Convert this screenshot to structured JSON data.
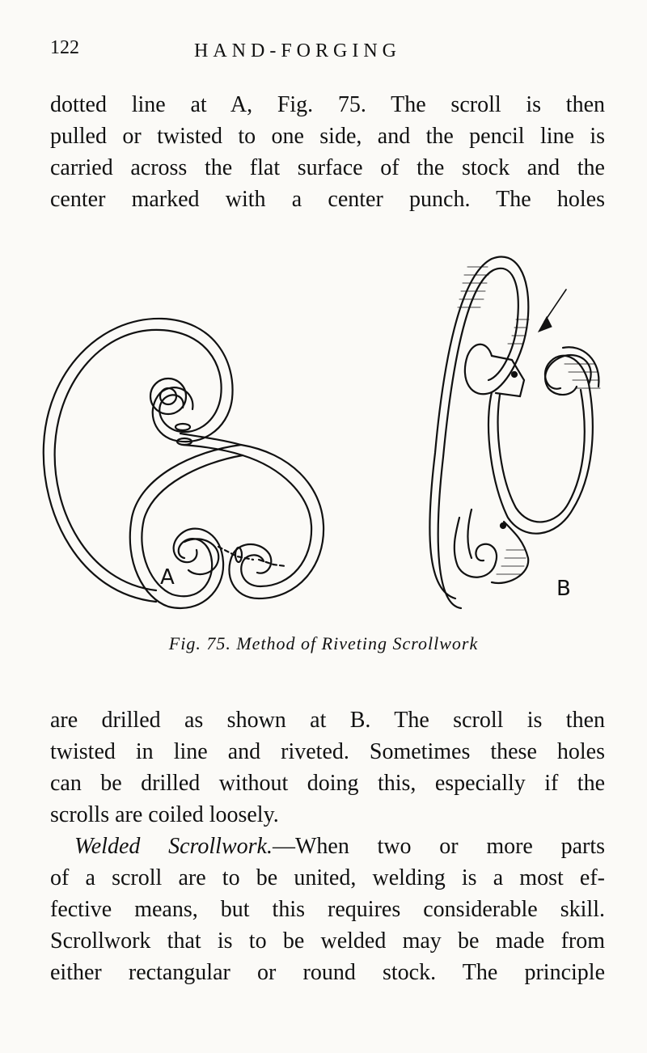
{
  "header": {
    "page_number": "122",
    "running_head": "HAND-FORGING"
  },
  "top_paragraph": [
    "dotted line at A, Fig. 75.  The scroll is then",
    "pulled or twisted to one side, and the pencil line is",
    "carried across the flat surface of the stock and the",
    "center marked with a center punch.  The holes"
  ],
  "figure": {
    "label_a": "A",
    "label_b": "B",
    "caption": "Fig. 75.  Method of Riveting Scrollwork"
  },
  "bottom_paragraph": [
    "are drilled as shown at B.  The scroll is then",
    "twisted in line and riveted.  Sometimes these holes",
    "can be drilled without doing this, especially if the",
    "scrolls are coiled loosely."
  ],
  "welded_paragraph": {
    "heading": "Welded Scrollwork.",
    "lines": [
      "—When two or more parts",
      "of a scroll are to be united, welding is a most ef-",
      "fective means, but this requires considerable skill.",
      "Scrollwork that is to be welded may be made from",
      "either rectangular or round stock.  The principle"
    ]
  }
}
